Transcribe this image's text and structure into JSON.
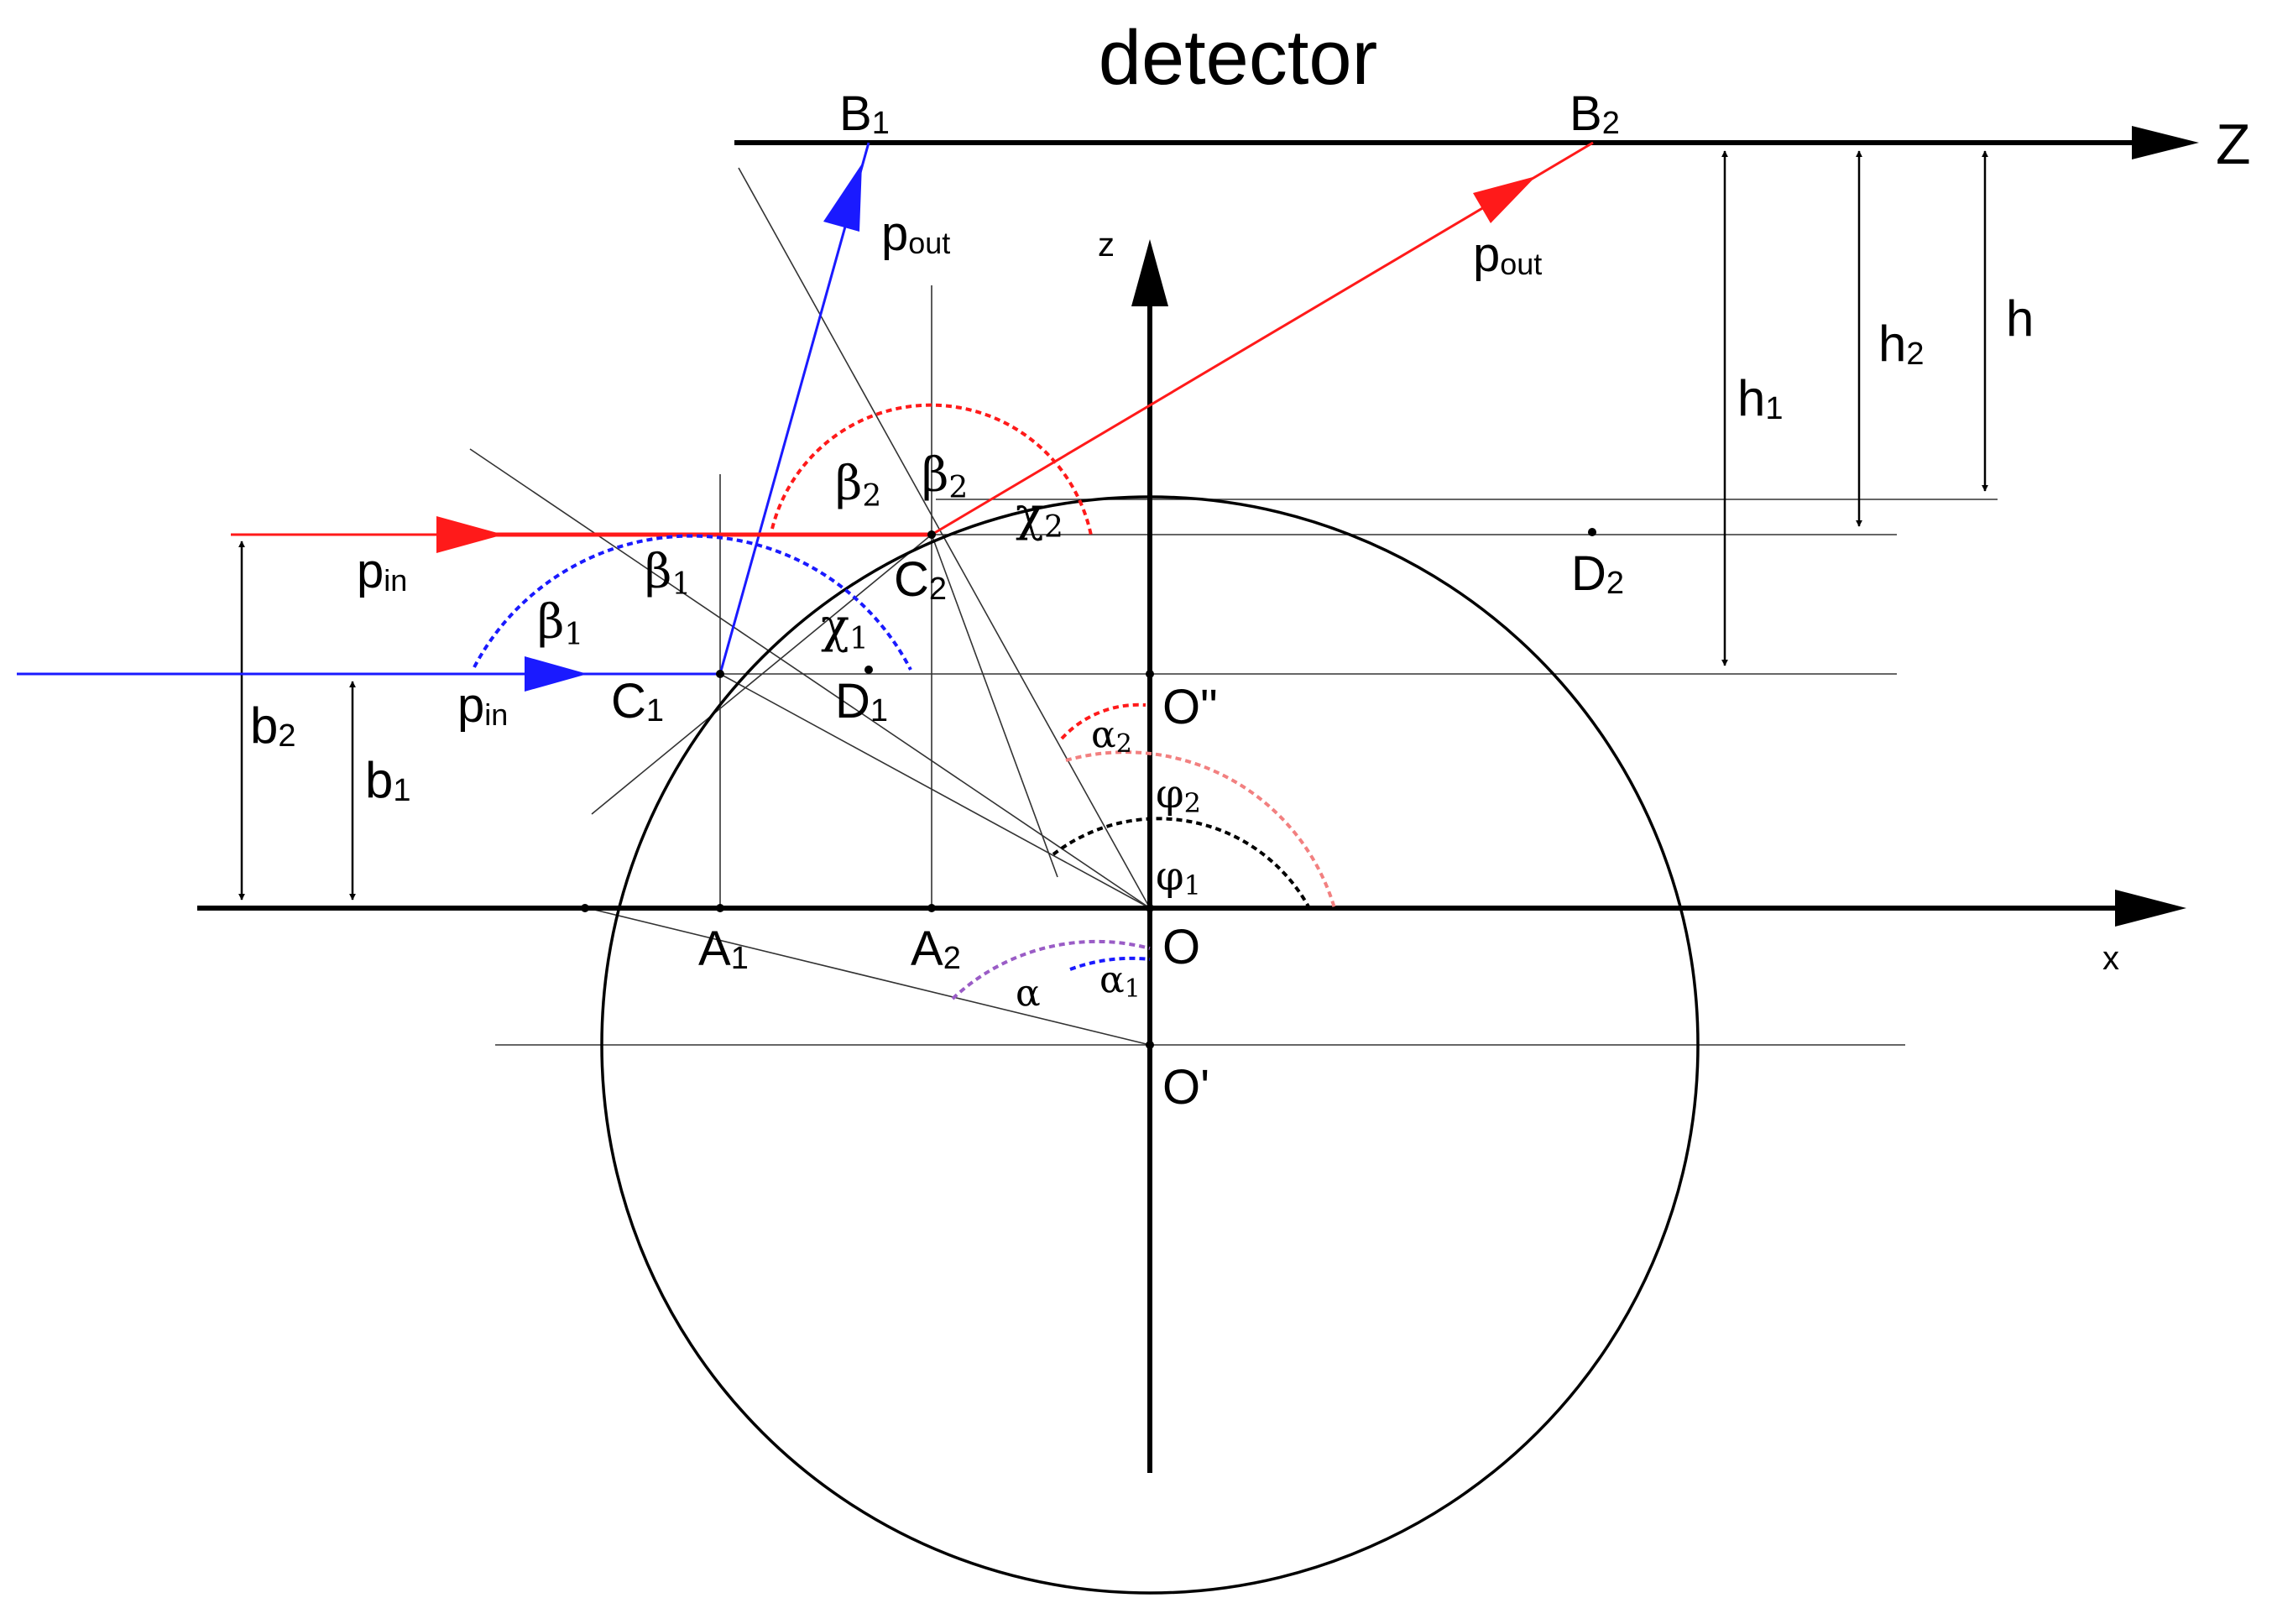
{
  "title": "detector",
  "axes": {
    "detector_axis": "Z",
    "vertical_axis": "z",
    "horizontal_axis": "x"
  },
  "points": {
    "B1": {
      "base": "B",
      "sub": "1"
    },
    "B2": {
      "base": "B",
      "sub": "2"
    },
    "C1": {
      "base": "C",
      "sub": "1"
    },
    "C2": {
      "base": "C",
      "sub": "2"
    },
    "D1": {
      "base": "D",
      "sub": "1"
    },
    "D2": {
      "base": "D",
      "sub": "2"
    },
    "A1": {
      "base": "A",
      "sub": "1"
    },
    "A2": {
      "base": "A",
      "sub": "2"
    },
    "O": "O",
    "O_prime": "O'",
    "O_dprime": "O\""
  },
  "momenta": {
    "p_in": {
      "base": "p",
      "sub": "in"
    },
    "p_out": {
      "base": "p",
      "sub": "out"
    }
  },
  "distances": {
    "h": "h",
    "h1": {
      "base": "h",
      "sub": "1"
    },
    "h2": {
      "base": "h",
      "sub": "2"
    },
    "b1": {
      "base": "b",
      "sub": "1"
    },
    "b2": {
      "base": "b",
      "sub": "2"
    }
  },
  "angles": {
    "beta1": {
      "base": "β",
      "sub": "1"
    },
    "beta2": {
      "base": "β",
      "sub": "2"
    },
    "chi1": {
      "base": "χ",
      "sub": "1"
    },
    "chi2": {
      "base": "χ",
      "sub": "2"
    },
    "alpha": "α",
    "alpha1": {
      "base": "α",
      "sub": "1"
    },
    "alpha2": {
      "base": "α",
      "sub": "2"
    },
    "phi1": {
      "base": "φ",
      "sub": "1"
    },
    "phi2": {
      "base": "φ",
      "sub": "2"
    }
  },
  "colors": {
    "ray1": "#1a1aff",
    "ray2": "#ff1a1a",
    "phi2_arc": "#f28080",
    "alpha_arc": "#9a5cc6",
    "lines": "#000000"
  }
}
